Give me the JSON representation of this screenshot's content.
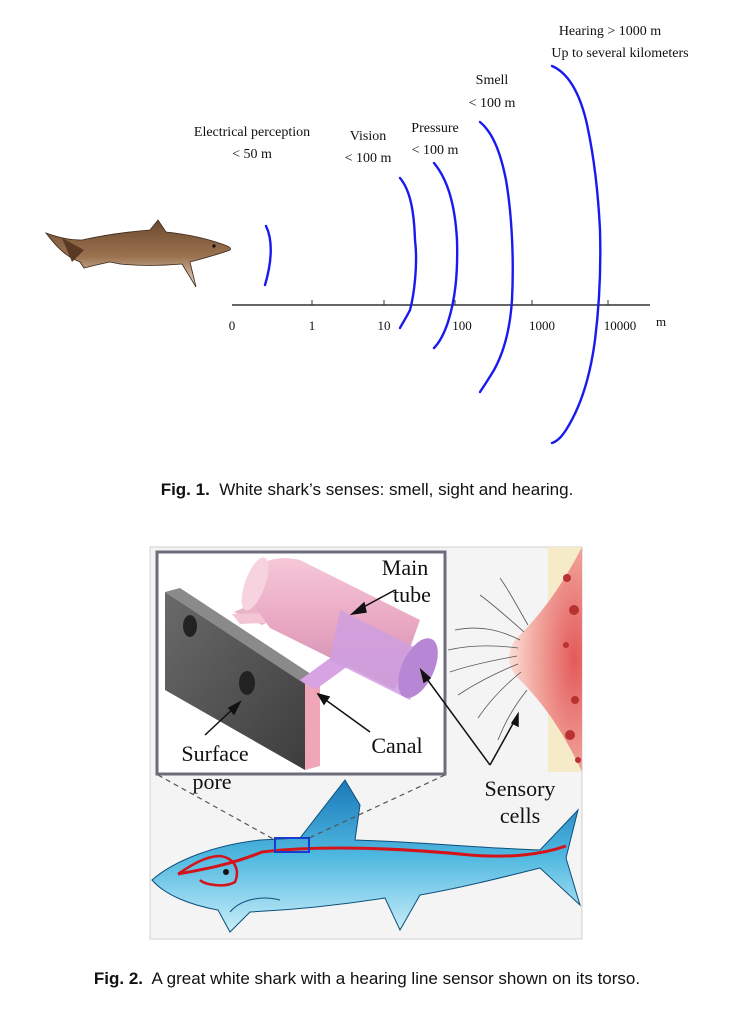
{
  "figure1": {
    "senses": [
      {
        "name": "Electrical perception",
        "range": "< 50 m"
      },
      {
        "name": "Vision",
        "range": "< 100 m"
      },
      {
        "name": "Pressure",
        "range": "< 100 m"
      },
      {
        "name": "Smell",
        "range": "< 100 m"
      },
      {
        "name": "Hearing  > 1000 m",
        "range": "Up to several kilometers"
      }
    ],
    "axis": {
      "ticks": [
        "0",
        "1",
        "10",
        "100",
        "1000",
        "10000"
      ],
      "unit": "m"
    },
    "caption_label": "Fig. 1.",
    "caption_text": "White shark’s senses: smell, sight and hearing.",
    "arc_color": "#1a1aee"
  },
  "figure2": {
    "labels": {
      "main_tube": "Main\ntube",
      "main_tube_1": "Main",
      "main_tube_2": "tube",
      "surface_pore_1": "Surface",
      "surface_pore_2": "pore",
      "canal": "Canal",
      "sensory_1": "Sensory",
      "sensory_2": "cells"
    },
    "caption_label": "Fig. 2.",
    "caption_text": "A great white shark with a hearing line sensor shown on its torso."
  }
}
